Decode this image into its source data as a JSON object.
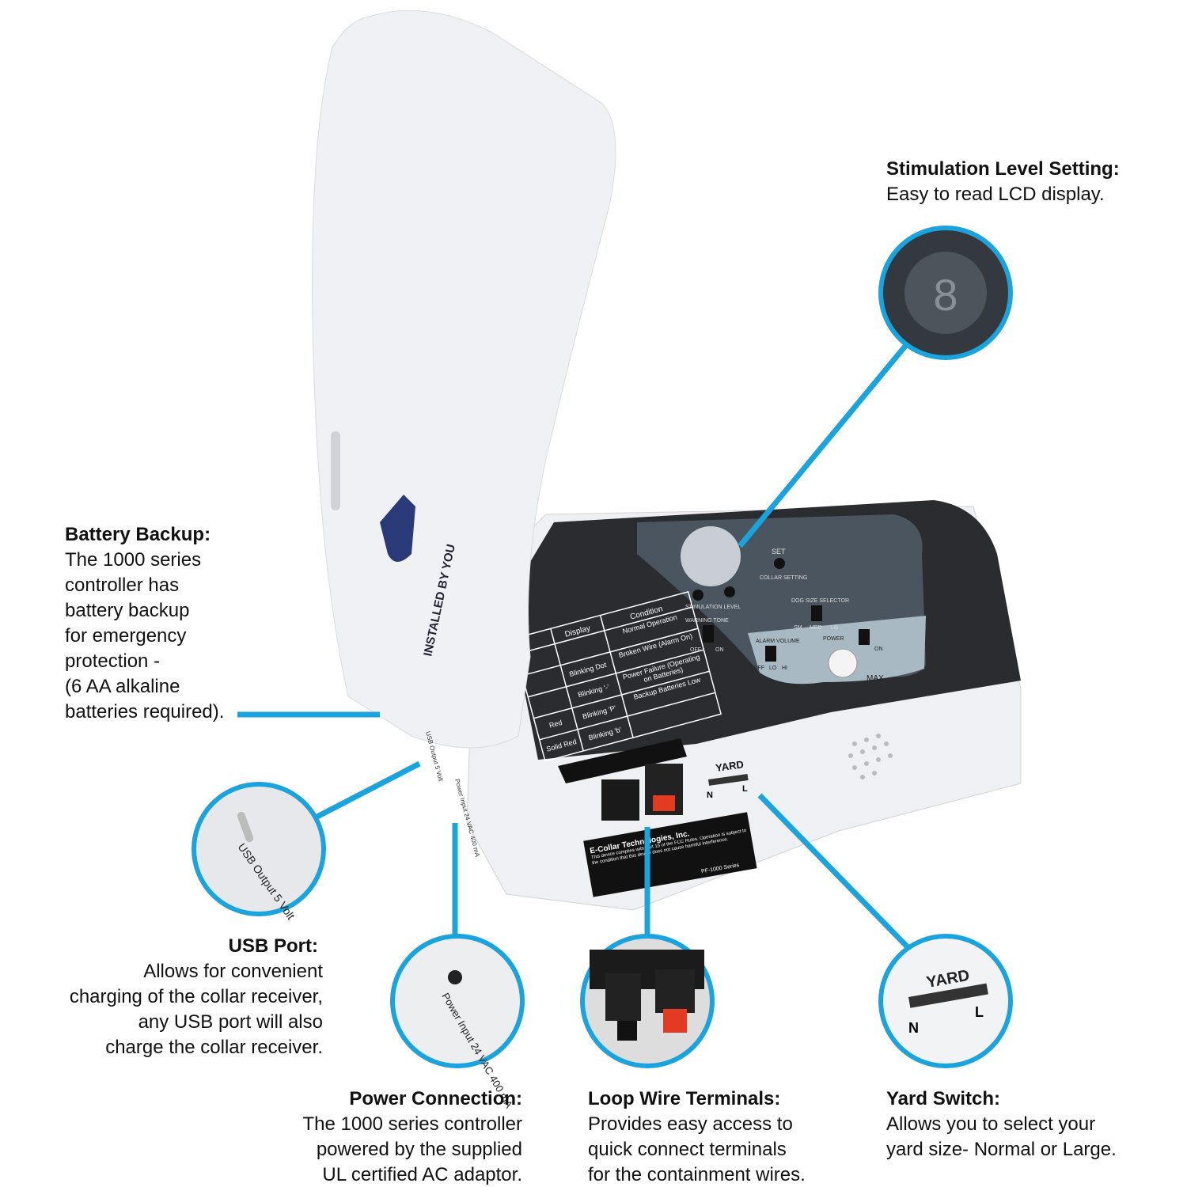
{
  "colors": {
    "accent": "#1aa3dc",
    "device_dark": "#2b2c30",
    "device_white": "#eceef2",
    "panel": "#4a5560"
  },
  "callouts": {
    "stimulation": {
      "title": "Stimulation Level Setting:",
      "desc": "Easy to read LCD display."
    },
    "battery": {
      "title": "Battery Backup:",
      "desc": "The 1000 series\ncontroller has\nbattery backup\nfor emergency\nprotection -\n(6 AA alkaline\nbatteries required)."
    },
    "usb": {
      "title": "USB Port:",
      "desc": "Allows for convenient\ncharging of the collar receiver,\nany USB port will also\ncharge the collar receiver."
    },
    "power": {
      "title": "Power Connection:",
      "desc": "The 1000 series controller\npowered by the supplied\nUL certified AC adaptor."
    },
    "loop": {
      "title": "Loop Wire Terminals:",
      "desc": "Provides easy access to\nquick connect terminals\nfor the containment wires."
    },
    "yard": {
      "title": "Yard Switch:",
      "desc": "Allows you to select your\nyard size- Normal or Large."
    }
  },
  "device": {
    "lid_logo": "INSTALLED BY YOU",
    "lcd_digit": "8",
    "panel": {
      "stim_level": "STIMULATION LEVEL",
      "set": "SET",
      "collar_setting": "COLLAR SETTING",
      "warning_tone": "WARNING TONE",
      "dog_size": "DOG SIZE SELECTOR",
      "sizes": [
        "SM",
        "MED",
        "LG"
      ],
      "off": "OFF",
      "on": "ON",
      "alarm_volume": "ALARM VOLUME",
      "volumes": [
        "OFF",
        "LO",
        "HI"
      ],
      "power": "POWER",
      "max": "MAX"
    },
    "table": {
      "headers": [
        "Display",
        "Condition"
      ],
      "rows": [
        [
          "",
          "Normal Operation"
        ],
        [
          "Blinking Dot",
          "Broken Wire (Alarm On)"
        ],
        [
          "Blinking '-'",
          "Power Failure (Operating on Batteries)"
        ],
        [
          "Blinking 'P'",
          "Backup Batteries Low"
        ],
        [
          "Blinking 'b'",
          ""
        ]
      ],
      "left_col": [
        "Red",
        "Solid Red"
      ]
    },
    "yard": "YARD",
    "yard_n": "N",
    "yard_l": "L",
    "usb_label": "USB Output 5 Volt",
    "power_label": "Power Input 24 VAC 400 mA",
    "fcc_company": "E-Collar Technologies, Inc.",
    "fcc_text": "This device complies with part 15 of the FCC Rules. Operation is subject to the condition that this device does not cause harmful interference.",
    "model": "PF-1000 Series"
  }
}
